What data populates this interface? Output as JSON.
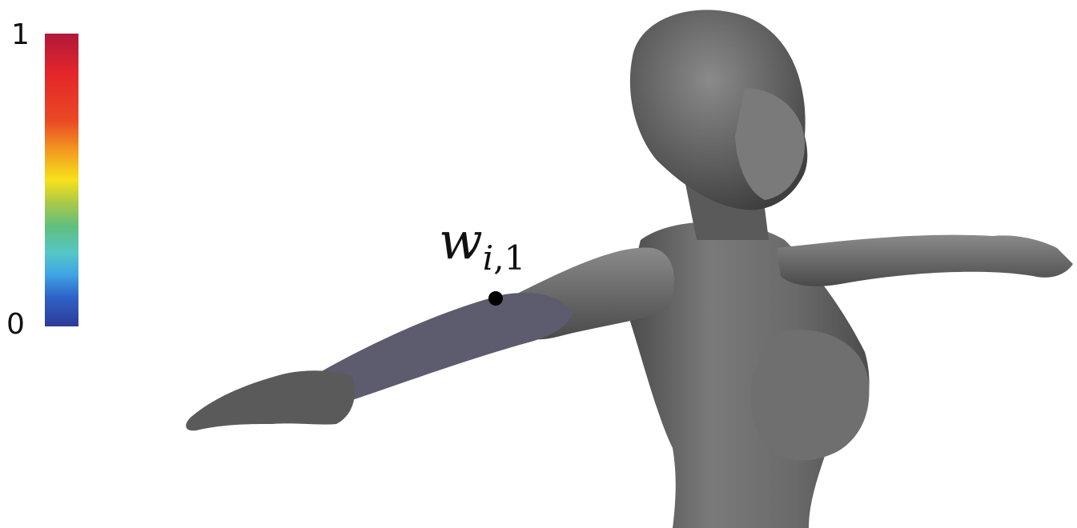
{
  "colorbar": {
    "max_label": "1",
    "min_label": "0",
    "colors": [
      "#b0183a",
      "#e5262a",
      "#f39a20",
      "#f6e21b",
      "#5fbf7f",
      "#3fa6e4",
      "#2d3a98"
    ]
  },
  "annotation": {
    "symbol": "w",
    "subscript_index": "i",
    "subscript_sep": ",",
    "subscript_value": "1"
  },
  "figure": {
    "body_color": "#6b6b6b",
    "weight_high_color": "#c01010",
    "weight_low_color": "#1a1ad0"
  }
}
